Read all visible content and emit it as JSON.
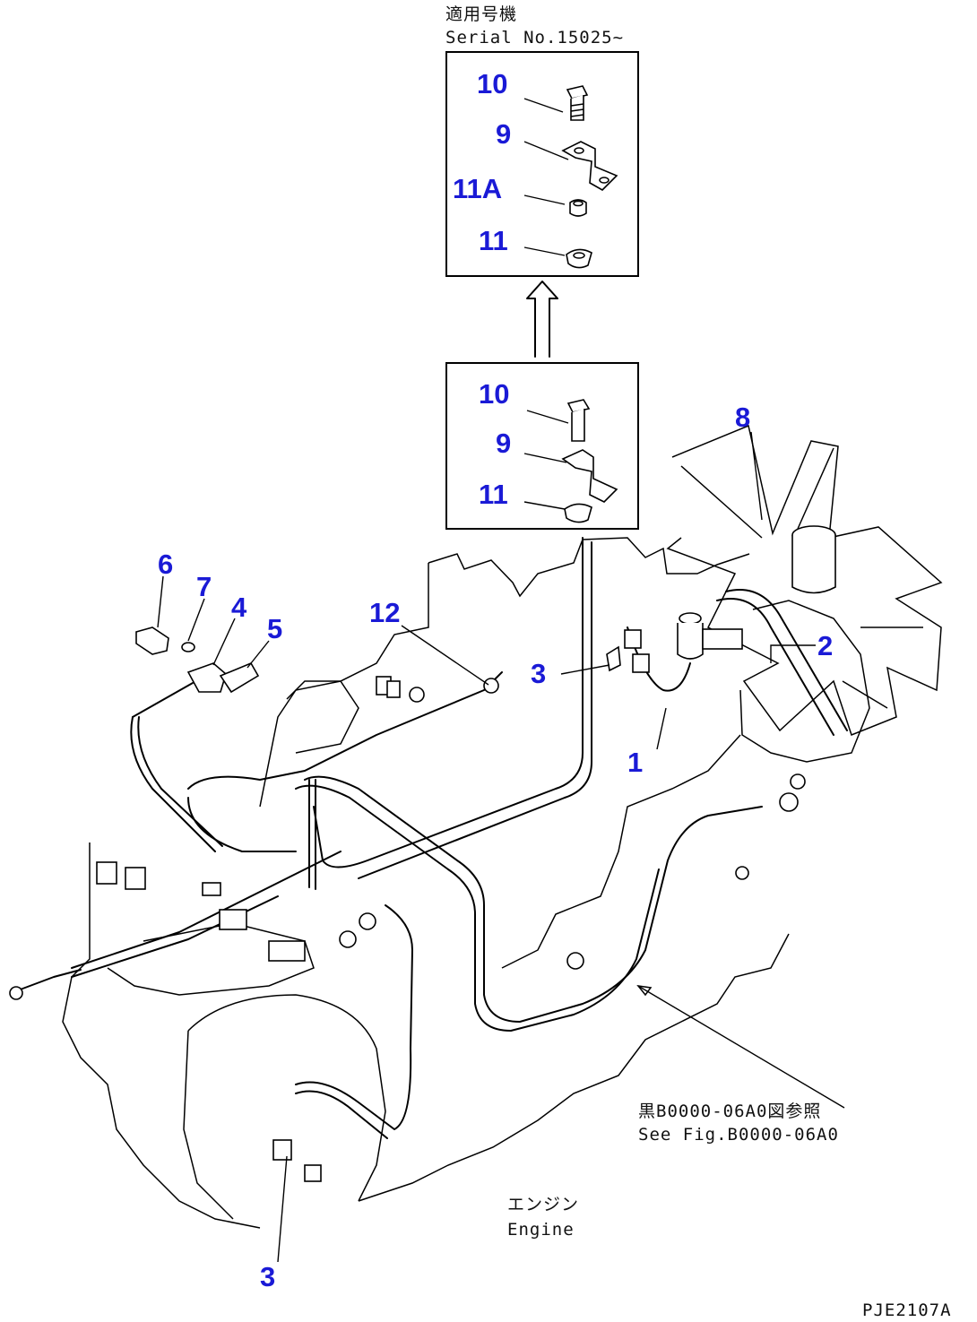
{
  "drawing_code": "PJE2107A",
  "serial_note": {
    "jp": "適用号機",
    "en": "Serial No.15025~"
  },
  "see_fig_note": {
    "jp": "黒B0000-06A0図参照",
    "en": "See Fig.B0000-06A0"
  },
  "engine_label": {
    "jp": "エンジン",
    "en": "Engine"
  },
  "detail_new": {
    "labels": [
      "10",
      "9",
      "11A",
      "11"
    ]
  },
  "detail_old": {
    "labels": [
      "10",
      "9",
      "11"
    ]
  },
  "callouts": {
    "c1": "1",
    "c2": "2",
    "c3a": "3",
    "c3b": "3",
    "c4": "4",
    "c5": "5",
    "c6": "6",
    "c7": "7",
    "c8": "8",
    "c12": "12"
  },
  "colors": {
    "callout": "#1a1ad6",
    "line": "#000000",
    "background": "#ffffff"
  }
}
